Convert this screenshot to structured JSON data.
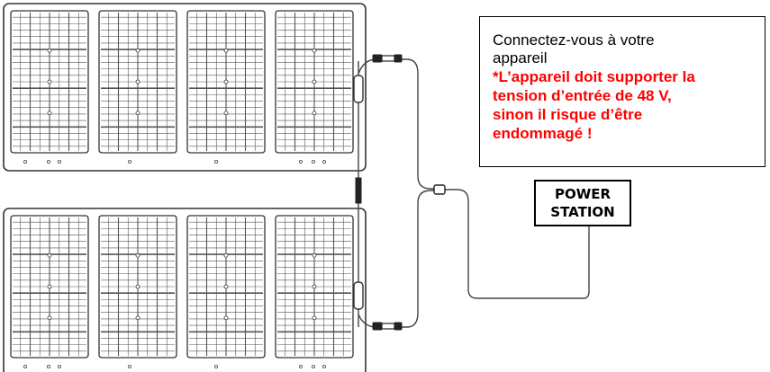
{
  "callout": {
    "line1": "Connectez-vous à votre",
    "line2": "appareil",
    "warning_line1": "*L’appareil doit supporter la",
    "warning_line2": "tension d’entrée de 48 V,",
    "warning_line3": "sinon il risque d’être",
    "warning_line4": "endommagé !"
  },
  "power_station": {
    "line1": "POWER",
    "line2": "STATION"
  },
  "colors": {
    "warning_text": "#ff0000",
    "panel_outline": "#333333",
    "cable": "#444444"
  },
  "icons": [
    "solar-panel-icon",
    "connector-icon",
    "junction-icon"
  ]
}
